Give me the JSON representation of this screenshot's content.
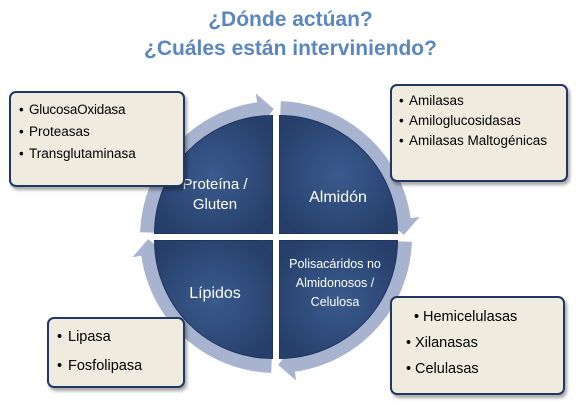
{
  "title": {
    "line1": "¿Dónde actúan?",
    "line2": "¿Cuáles están interviniendo?"
  },
  "quadrants": {
    "top_left": "Proteína / Gluten",
    "top_right": "Almidón",
    "bottom_left": "Lípidos",
    "bottom_right": "Polisacáridos no Almidonosos / Celulosa"
  },
  "bullet": "•",
  "boxes": {
    "top_left": [
      "GlucosaOxidasa",
      "Proteasas",
      "Transglutaminasa"
    ],
    "top_right": [
      "Amilasas",
      "Amiloglucosidasas",
      "Amilasas Maltogénicas"
    ],
    "bottom_left": [
      "Lipasa",
      "Fosfolipasa"
    ],
    "bottom_right": [
      "Hemicelulasas",
      "Xilanasas",
      "Celulasas"
    ]
  },
  "colors": {
    "title": "#5b86c2",
    "quadrant_fill": "#2f4d7e",
    "arrow_ring": "#a8b4cf",
    "box_fill": "#f0ebdf",
    "box_border": "#1f3864"
  }
}
